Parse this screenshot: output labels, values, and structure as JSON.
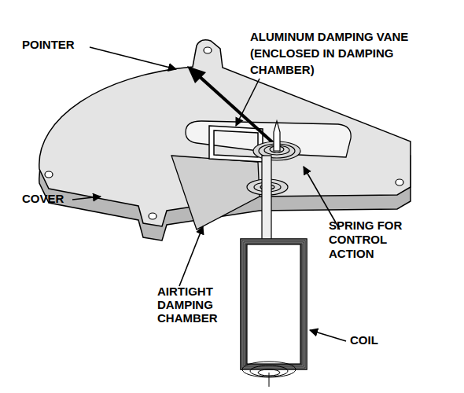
{
  "diagram": {
    "labels": [
      "POINTER",
      "ALUMINUM DAMPING VANE (ENCLOSED IN DAMPING CHAMBER)",
      "SPRING FOR CONTROL ACTION",
      "COVER",
      "AIRTIGHT DAMPING CHAMBER",
      "COIL"
    ]
  }
}
